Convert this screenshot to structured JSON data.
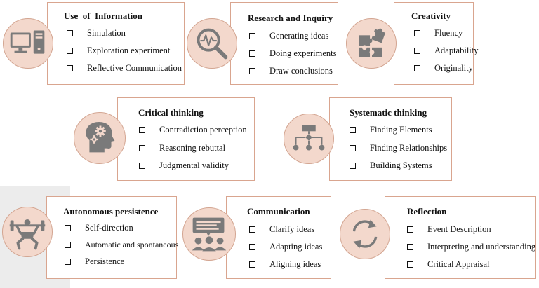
{
  "cards": [
    {
      "id": "use-of-information",
      "icon": "computer-icon",
      "title": "Use  of  Information",
      "items": [
        "Simulation",
        "Exploration experiment",
        "Reflective Communication"
      ]
    },
    {
      "id": "research-and-inquiry",
      "icon": "magnifier-pulse-icon",
      "title": "Research and Inquiry",
      "items": [
        "Generating ideas",
        "Doing experiments",
        "Draw conclusions"
      ]
    },
    {
      "id": "creativity",
      "icon": "puzzle-icon",
      "title": "Creativity",
      "items": [
        "Fluency",
        "Adaptability",
        "Originality"
      ]
    },
    {
      "id": "critical-thinking",
      "icon": "head-gears-icon",
      "title": "Critical thinking",
      "items": [
        "Contradiction perception",
        "Reasoning rebuttal",
        "Judgmental validity"
      ]
    },
    {
      "id": "systematic-thinking",
      "icon": "flowchart-icon",
      "title": "Systematic thinking",
      "items": [
        "Finding Elements",
        "Finding Relationships",
        "Building Systems"
      ]
    },
    {
      "id": "autonomous-persistence",
      "icon": "weightlifter-icon",
      "title": "Autonomous persistence",
      "items": [
        "Self-direction",
        "Automatic and spontaneous",
        "Persistence"
      ]
    },
    {
      "id": "communication",
      "icon": "group-chat-icon",
      "title": "Communication",
      "items": [
        "Clarify ideas",
        "Adapting ideas",
        "Aligning ideas"
      ]
    },
    {
      "id": "reflection",
      "icon": "cycle-arrows-icon",
      "title": "Reflection",
      "items": [
        "Event Description",
        "Interpreting and understanding",
        "Critical Appraisal"
      ]
    }
  ],
  "colors": {
    "circle_fill": "#f3d8cc",
    "card_border": "#d9a58f",
    "icon_gray": "#7a7a7a"
  }
}
